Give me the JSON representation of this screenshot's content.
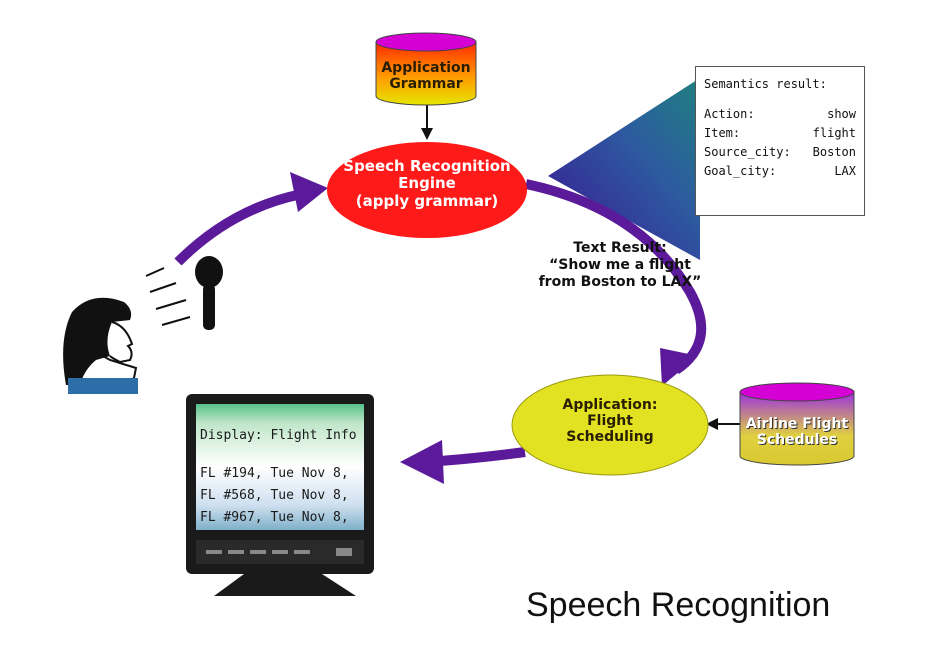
{
  "caption": "Speech Recognition",
  "nodes": {
    "app_grammar": "Application Grammar",
    "sr_engine": [
      "Speech Recognition",
      "Engine",
      "(apply grammar)"
    ],
    "application": [
      "Application:",
      "Flight",
      "Scheduling"
    ],
    "airline_db": [
      "Airline Flight",
      "Schedules"
    ]
  },
  "text_result": [
    "Text Result:",
    "“Show me a flight",
    "from Boston to LAX”"
  ],
  "semantics": {
    "title": "Semantics result:",
    "rows": [
      {
        "key": "Action:",
        "value": "show"
      },
      {
        "key": "Item:",
        "value": "flight"
      },
      {
        "key": "Source_city:",
        "value": "Boston"
      },
      {
        "key": "Goal_city:",
        "value": "LAX"
      }
    ]
  },
  "display": {
    "title": "Display: Flight Info",
    "lines": [
      "FL #194, Tue Nov 8,",
      "FL #568, Tue Nov 8,",
      "FL #967, Tue Nov 8,"
    ]
  },
  "colors": {
    "arrow": "#5b1a9a",
    "engine": "#ff1a1a",
    "application": "#e2e222",
    "cyl_top": "#d400d4",
    "screen": "#bfe6c8"
  }
}
